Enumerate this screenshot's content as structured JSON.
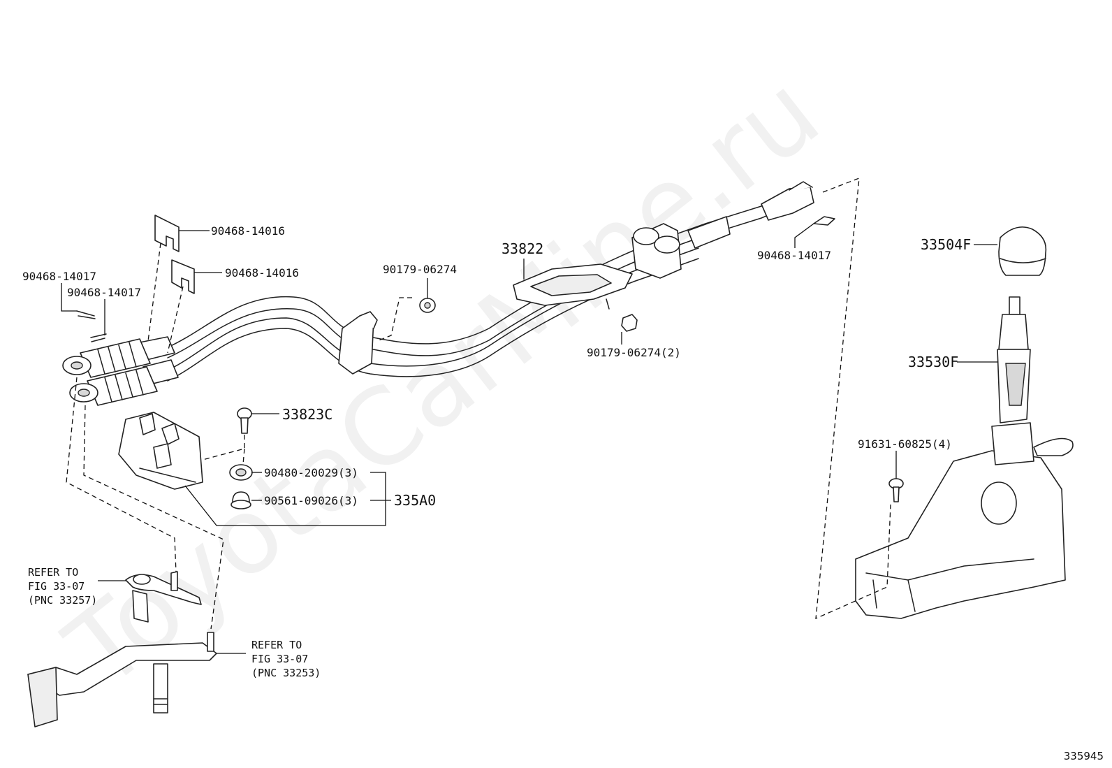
{
  "watermark": "ToyotaCarMine.ru",
  "figure_number": "335945",
  "callouts": {
    "c_90468_14016_a": "90468-14016",
    "c_90468_14016_b": "90468-14016",
    "c_90468_14017_a": "90468-14017",
    "c_90468_14017_b": "90468-14017",
    "c_90468_14017_c": "90468-14017",
    "c_90179_06274": "90179-06274",
    "c_90179_06274_2": "90179-06274(2)",
    "c_33822": "33822",
    "c_33823c": "33823C",
    "c_90480_20029": "90480-20029(3)",
    "c_90561_09026": "90561-09026(3)",
    "c_335a0": "335A0",
    "c_33504f": "33504F",
    "c_33530f": "33530F",
    "c_91631_60825": "91631-60825(4)"
  },
  "refer_notes": {
    "left": {
      "line1": "REFER TO",
      "line2": "FIG 33-07",
      "line3": "(PNC 33257)"
    },
    "right": {
      "line1": "REFER TO",
      "line2": "FIG 33-07",
      "line3": "(PNC 33253)"
    }
  }
}
